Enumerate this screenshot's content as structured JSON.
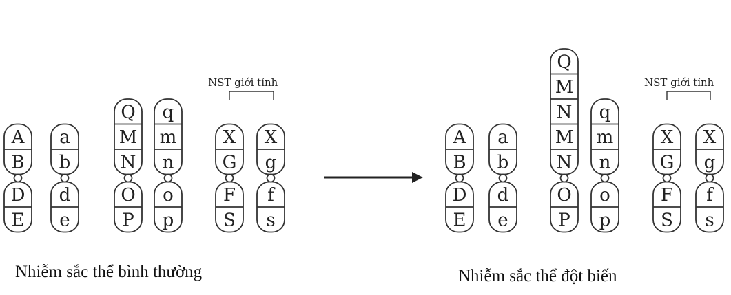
{
  "normal": {
    "caption": "Nhiễm sắc thể bình thường",
    "sex_label": "NST giới tính",
    "chromosomes": [
      {
        "top": [
          "A",
          "B"
        ],
        "bottom": [
          "D",
          "E"
        ]
      },
      {
        "top": [
          "a",
          "b"
        ],
        "bottom": [
          "d",
          "e"
        ]
      },
      {
        "top": [
          "Q",
          "M",
          "N"
        ],
        "bottom": [
          "O",
          "P"
        ]
      },
      {
        "top": [
          "q",
          "m",
          "n"
        ],
        "bottom": [
          "o",
          "p"
        ]
      },
      {
        "top": [
          "X",
          "G"
        ],
        "bottom": [
          "F",
          "S"
        ]
      },
      {
        "top": [
          "X",
          "g"
        ],
        "bottom": [
          "f",
          "s"
        ]
      }
    ]
  },
  "mutant": {
    "caption": "Nhiễm sắc thể đột biến",
    "sex_label": "NST giới tính",
    "chromosomes": [
      {
        "top": [
          "A",
          "B"
        ],
        "bottom": [
          "D",
          "E"
        ]
      },
      {
        "top": [
          "a",
          "b"
        ],
        "bottom": [
          "d",
          "e"
        ]
      },
      {
        "top": [
          "Q",
          "M",
          "N",
          "M",
          "N"
        ],
        "bottom": [
          "O",
          "P"
        ]
      },
      {
        "top": [
          "q",
          "m",
          "n"
        ],
        "bottom": [
          "o",
          "p"
        ]
      },
      {
        "top": [
          "X",
          "G"
        ],
        "bottom": [
          "F",
          "S"
        ]
      },
      {
        "top": [
          "X",
          "g"
        ],
        "bottom": [
          "f",
          "s"
        ]
      }
    ]
  },
  "colors": {
    "stroke": "#333333",
    "text": "#222222",
    "background": "#ffffff"
  },
  "icons": {
    "transition": "right-arrow-icon"
  }
}
